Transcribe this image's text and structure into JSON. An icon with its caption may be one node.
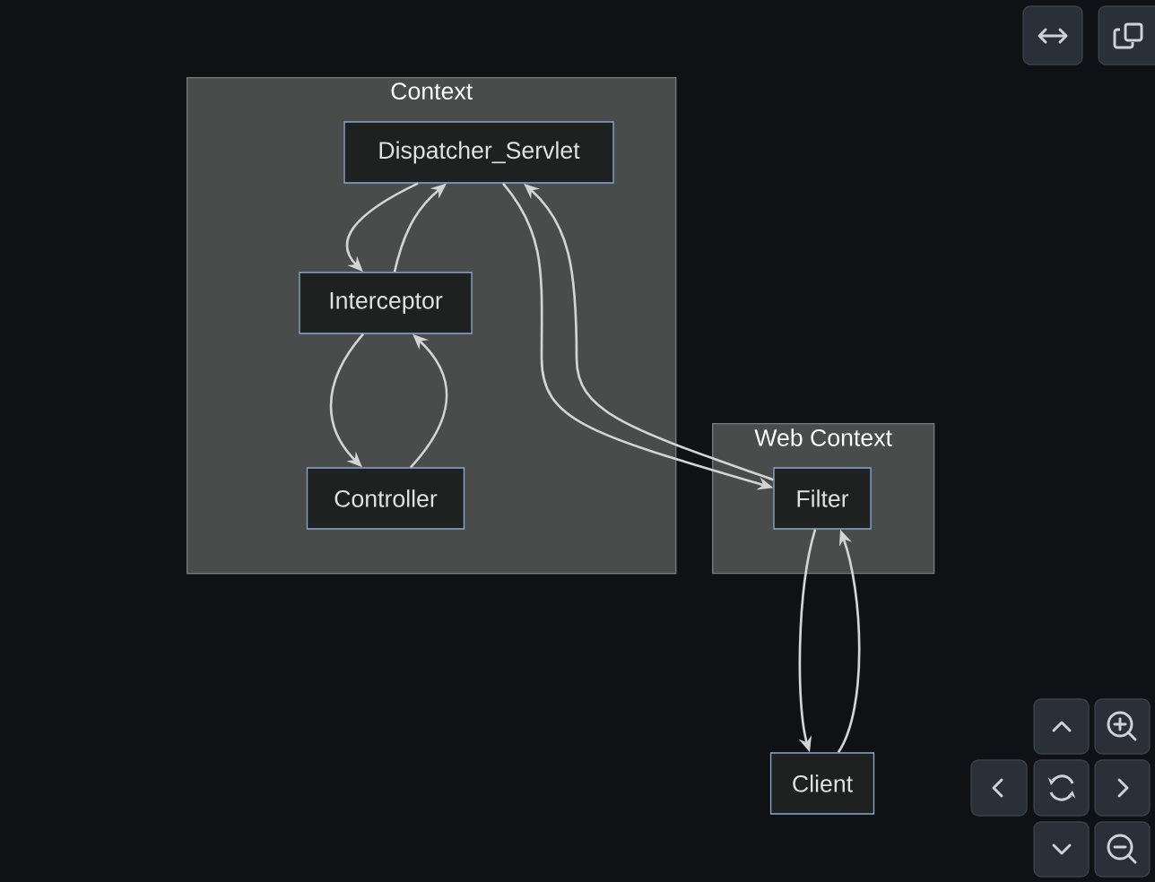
{
  "diagram": {
    "nodes": [
      {
        "text": [
          "Context"
        ]
      },
      {
        "text": [
          "Dispatcher_Servlet"
        ],
        "in": 0
      },
      {
        "text": [
          "Interceptor"
        ],
        "in": 0
      },
      {
        "text": [
          "Controller"
        ],
        "in": 0
      },
      {
        "text": [
          "Web Context"
        ]
      },
      {
        "text": [
          "Filter"
        ],
        "in": 4
      },
      {
        "text": [
          "Client"
        ]
      }
    ],
    "edges": [
      {
        "from": 1,
        "to": 2,
        "arrow": "to"
      },
      {
        "from": 2,
        "to": 1,
        "arrow": "to"
      },
      {
        "from": 2,
        "to": 3,
        "arrow": "to"
      },
      {
        "from": 3,
        "to": 2,
        "arrow": "to"
      },
      {
        "from": 1,
        "to": 5,
        "arrow": "to"
      },
      {
        "from": 5,
        "to": 1,
        "arrow": "to"
      },
      {
        "from": 5,
        "to": 6,
        "arrow": "to"
      },
      {
        "from": 6,
        "to": 5,
        "arrow": "to"
      }
    ]
  }
}
